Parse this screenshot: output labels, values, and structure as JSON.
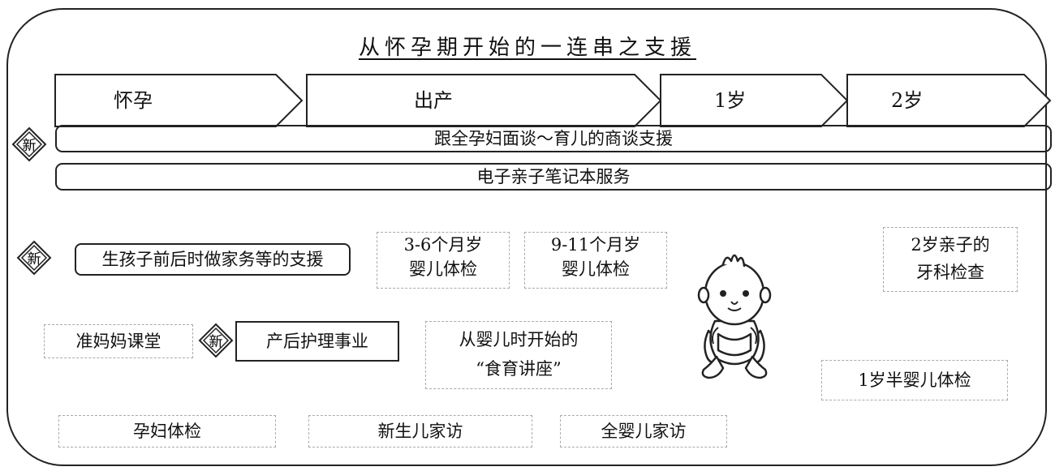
{
  "title": "从怀孕期开始的一连串之支援",
  "stages": [
    "怀孕",
    "出产",
    "1岁",
    "2岁"
  ],
  "bands": {
    "consult": "跟全孕妇面谈～育儿的商谈支援",
    "notebook": "电子亲子笔记本服务"
  },
  "badge_char": "新",
  "services": {
    "housework": "生孩子前后时做家务等的支援",
    "checkup_3_6": [
      "3-6个月岁",
      "婴儿体检"
    ],
    "checkup_9_11": [
      "9-11个月岁",
      "婴儿体检"
    ],
    "dental_2": [
      "2岁亲子的",
      "牙科检查"
    ],
    "mother_class": "准妈妈课堂",
    "postnatal": "产后护理事业",
    "food_edu": [
      "从婴儿时开始的",
      "“食育讲座”"
    ],
    "checkup_1_5": "1岁半婴儿体检",
    "pregnant_check": "孕妇体检",
    "newborn_visit": "新生儿家访",
    "infant_visit": "全婴儿家访"
  }
}
